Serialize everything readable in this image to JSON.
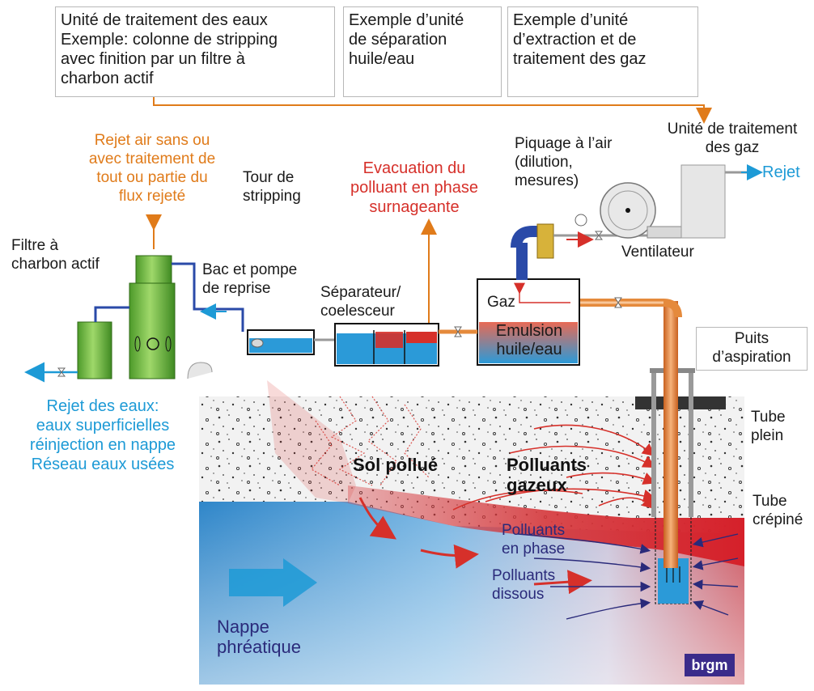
{
  "boxes": {
    "water_unit": [
      "Unité de traitement des eaux",
      "Exemple: colonne de stripping",
      "avec finition par un filtre à",
      "charbon actif"
    ],
    "separation_unit": [
      "Exemple d’unité",
      "de séparation",
      "huile/eau"
    ],
    "gas_unit": [
      "Exemple d’unité",
      "d’extraction et de",
      "traitement des gaz"
    ]
  },
  "labels": {
    "rejet_air": [
      "Rejet air sans ou",
      "avec traitement de",
      "tout ou partie du",
      "flux rejeté"
    ],
    "tour_stripping": [
      "Tour de",
      "stripping"
    ],
    "evacuation": [
      "Evacuation du",
      "polluant en phase",
      "surnageante"
    ],
    "piquage": [
      "Piquage à l’air",
      "(dilution,",
      "mesures)"
    ],
    "unite_gaz": [
      "Unité de traitement",
      "des gaz"
    ],
    "rejet": "Rejet",
    "filtre": [
      "Filtre à",
      "charbon actif"
    ],
    "bac_pompe": [
      "Bac et pompe",
      "de reprise"
    ],
    "separateur": [
      "Séparateur/",
      "coelesceur"
    ],
    "gaz": "Gaz",
    "emulsion": [
      "Emulsion",
      "huile/eau"
    ],
    "ventilateur": "Ventilateur",
    "puits": [
      "Puits",
      "d’aspiration"
    ],
    "rejet_eaux": [
      "Rejet des eaux:",
      "eaux superficielles",
      "réinjection en nappe",
      "Réseau eaux usées"
    ],
    "tube_plein": [
      "Tube",
      "plein"
    ],
    "tube_crepine": [
      "Tube",
      "crépiné"
    ],
    "sol_pollue": "Sol pollué",
    "polluants_gazeux": [
      "Polluants",
      "gazeux"
    ],
    "polluants_phase": [
      "Polluants",
      "en phase"
    ],
    "polluants_dissous": [
      "Polluants",
      "dissous"
    ],
    "nappe": [
      "Nappe",
      "phréatique"
    ],
    "logo": "brgm"
  },
  "colors": {
    "orange": "#e07b1a",
    "red": "#d6302a",
    "cyan": "#1d9ad6",
    "navy": "#2a2a7a",
    "green": "#7cc242",
    "water_blue": "#2e86c8",
    "pipe_orange": "#e58a3c"
  }
}
